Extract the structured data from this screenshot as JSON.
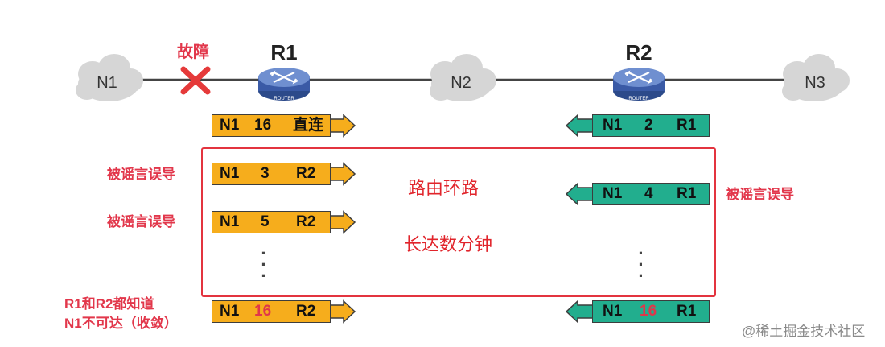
{
  "nodes": {
    "n1": "N1",
    "n2": "N2",
    "n3": "N3",
    "r1": "R1",
    "r2": "R2",
    "router_badge": "ROUTER"
  },
  "fault": "故障",
  "box": {
    "title": "路由环路",
    "subtitle": "长达数分钟"
  },
  "labels": {
    "misled_1": "被谣言误导",
    "misled_2": "被谣言误导",
    "misled_3": "被谣言误导",
    "converge_line1": "R1和R2都知道",
    "converge_line2": "N1不可达（收敛）"
  },
  "r1_entries": [
    {
      "dest": "N1",
      "metric": "16",
      "hop": "直连"
    },
    {
      "dest": "N1",
      "metric": "3",
      "hop": "R2"
    },
    {
      "dest": "N1",
      "metric": "5",
      "hop": "R2"
    },
    {
      "dest": "N1",
      "metric": "16",
      "hop": "R2"
    }
  ],
  "r2_entries": [
    {
      "dest": "N1",
      "metric": "2",
      "hop": "R1"
    },
    {
      "dest": "N1",
      "metric": "4",
      "hop": "R1"
    },
    {
      "dest": "N1",
      "metric": "16",
      "hop": "R1"
    }
  ],
  "ellipsis": "·",
  "watermark": "@稀土掘金技术社区",
  "colors": {
    "orange": "#f6ad1c",
    "green": "#22ae8e",
    "red": "#e2374b",
    "cloud": "#d4d4d4",
    "router": "#3b5ea8"
  }
}
